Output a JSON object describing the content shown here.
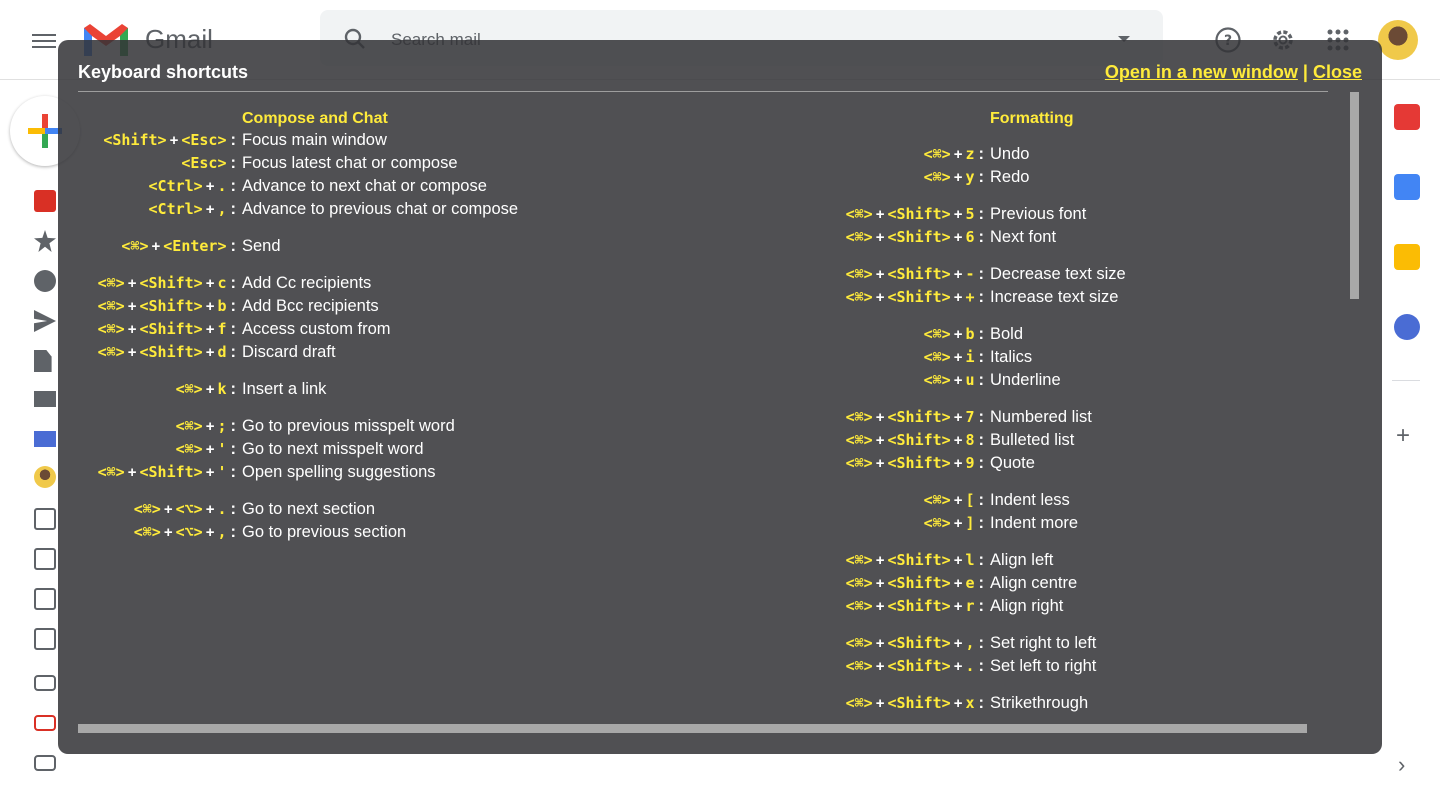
{
  "gmail": {
    "brand": "Gmail",
    "search_placeholder": "Search mail"
  },
  "overlay": {
    "title": "Keyboard shortcuts",
    "open_new_window": "Open in a new window",
    "separator": "|",
    "close": "Close"
  },
  "compose_chat": {
    "heading": "Compose and Chat",
    "rows": [
      {
        "keys": [
          "<Shift>",
          "<Esc>"
        ],
        "desc": "Focus main window"
      },
      {
        "keys": [
          "<Esc>"
        ],
        "desc": "Focus latest chat or compose"
      },
      {
        "keys": [
          "<Ctrl>",
          "."
        ],
        "desc": "Advance to next chat or compose"
      },
      {
        "keys": [
          "<Ctrl>",
          ","
        ],
        "desc": "Advance to previous chat or compose"
      },
      {
        "keys": [
          "<⌘>",
          "<Enter>"
        ],
        "desc": "Send"
      },
      {
        "keys": [
          "<⌘>",
          "<Shift>",
          "c"
        ],
        "desc": "Add Cc recipients"
      },
      {
        "keys": [
          "<⌘>",
          "<Shift>",
          "b"
        ],
        "desc": "Add Bcc recipients"
      },
      {
        "keys": [
          "<⌘>",
          "<Shift>",
          "f"
        ],
        "desc": "Access custom from"
      },
      {
        "keys": [
          "<⌘>",
          "<Shift>",
          "d"
        ],
        "desc": "Discard draft"
      },
      {
        "keys": [
          "<⌘>",
          "k"
        ],
        "desc": "Insert a link"
      },
      {
        "keys": [
          "<⌘>",
          ";"
        ],
        "desc": "Go to previous misspelt word"
      },
      {
        "keys": [
          "<⌘>",
          "'"
        ],
        "desc": "Go to next misspelt word"
      },
      {
        "keys": [
          "<⌘>",
          "<Shift>",
          "'"
        ],
        "desc": "Open spelling suggestions"
      },
      {
        "keys": [
          "<⌘>",
          "<⌥>",
          "."
        ],
        "desc": "Go to next section"
      },
      {
        "keys": [
          "<⌘>",
          "<⌥>",
          ","
        ],
        "desc": "Go to previous section"
      }
    ]
  },
  "formatting": {
    "heading": "Formatting",
    "rows": [
      {
        "keys": [
          "<⌘>",
          "z"
        ],
        "desc": "Undo"
      },
      {
        "keys": [
          "<⌘>",
          "y"
        ],
        "desc": "Redo"
      },
      {
        "keys": [
          "<⌘>",
          "<Shift>",
          "5"
        ],
        "desc": "Previous font"
      },
      {
        "keys": [
          "<⌘>",
          "<Shift>",
          "6"
        ],
        "desc": "Next font"
      },
      {
        "keys": [
          "<⌘>",
          "<Shift>",
          "-"
        ],
        "desc": "Decrease text size"
      },
      {
        "keys": [
          "<⌘>",
          "<Shift>",
          "+"
        ],
        "desc": "Increase text size"
      },
      {
        "keys": [
          "<⌘>",
          "b"
        ],
        "desc": "Bold"
      },
      {
        "keys": [
          "<⌘>",
          "i"
        ],
        "desc": "Italics"
      },
      {
        "keys": [
          "<⌘>",
          "u"
        ],
        "desc": "Underline"
      },
      {
        "keys": [
          "<⌘>",
          "<Shift>",
          "7"
        ],
        "desc": "Numbered list"
      },
      {
        "keys": [
          "<⌘>",
          "<Shift>",
          "8"
        ],
        "desc": "Bulleted list"
      },
      {
        "keys": [
          "<⌘>",
          "<Shift>",
          "9"
        ],
        "desc": "Quote"
      },
      {
        "keys": [
          "<⌘>",
          "["
        ],
        "desc": "Indent less"
      },
      {
        "keys": [
          "<⌘>",
          "]"
        ],
        "desc": "Indent more"
      },
      {
        "keys": [
          "<⌘>",
          "<Shift>",
          "l"
        ],
        "desc": "Align left"
      },
      {
        "keys": [
          "<⌘>",
          "<Shift>",
          "e"
        ],
        "desc": "Align centre"
      },
      {
        "keys": [
          "<⌘>",
          "<Shift>",
          "r"
        ],
        "desc": "Align right"
      },
      {
        "keys": [
          "<⌘>",
          "<Shift>",
          ","
        ],
        "desc": "Set right to left"
      },
      {
        "keys": [
          "<⌘>",
          "<Shift>",
          "."
        ],
        "desc": "Set left to right"
      },
      {
        "keys": [
          "<⌘>",
          "<Shift>",
          "x"
        ],
        "desc": "Strikethrough"
      }
    ]
  },
  "colors": {
    "accent_yellow": "#ffeb3b",
    "overlay_bg": "#333337"
  }
}
